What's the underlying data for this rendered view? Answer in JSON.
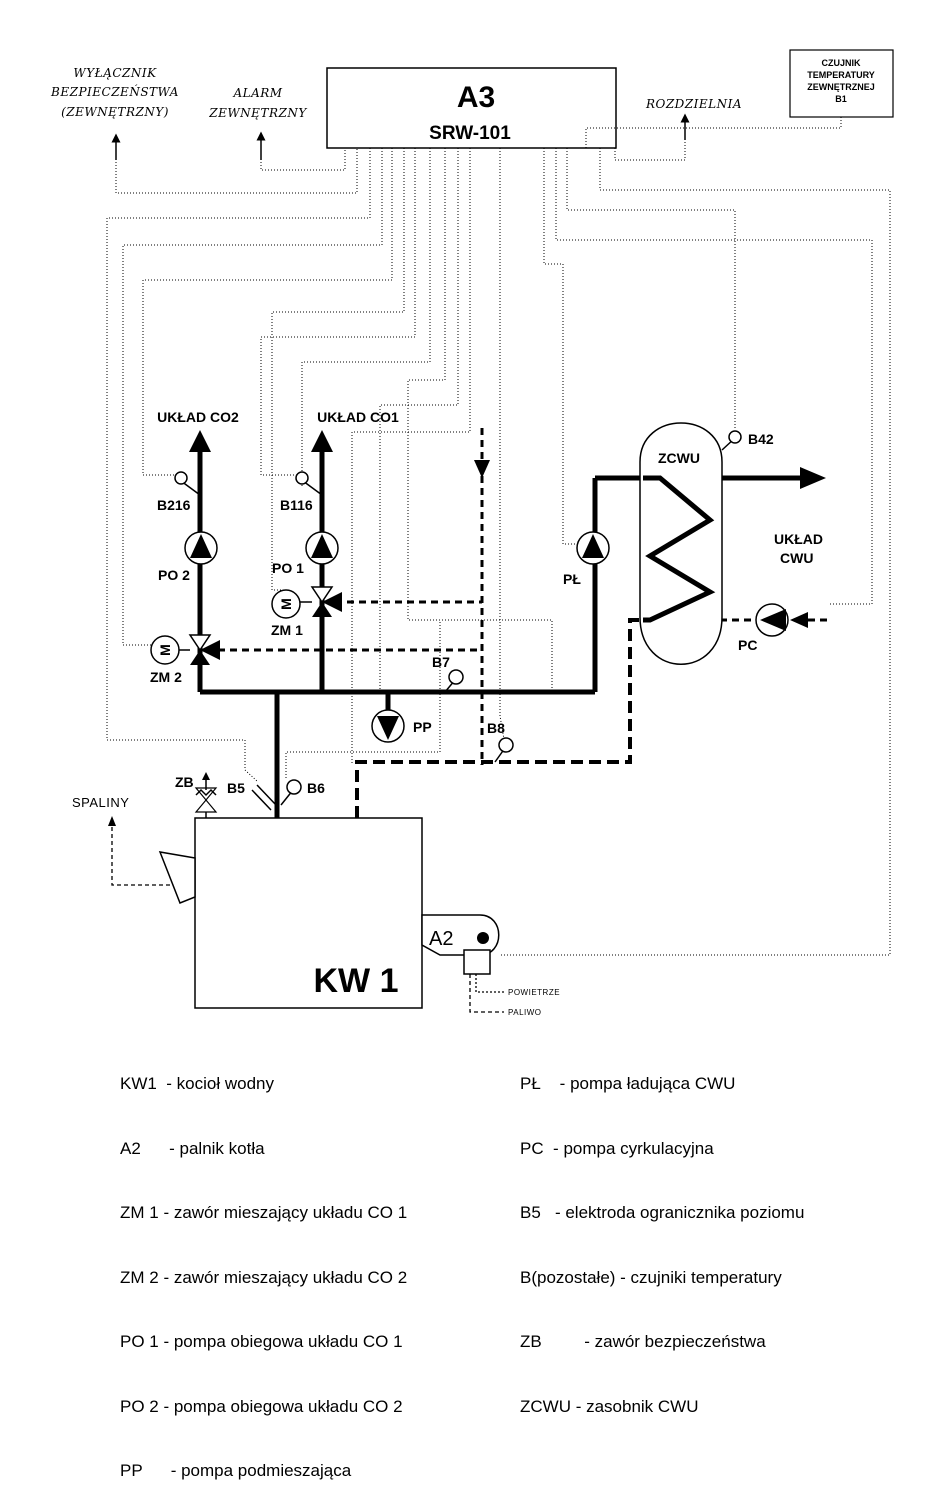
{
  "controller": {
    "id": "A3",
    "model": "SRW-101"
  },
  "labels": {
    "safety_switch": [
      "WYŁĄCZNIK",
      "BEZPIECZEŃSTWA",
      "(ZEWNĘTRZNY)"
    ],
    "alarm": [
      "ALARM",
      "ZEWNĘTRZNY"
    ],
    "distribution": "ROZDZIELNIA",
    "outdoor_sensor": [
      "CZUJNIK",
      "TEMPERATURY",
      "ZEWNĘTRZNEJ",
      "B1"
    ],
    "circuit_co2": "UKŁAD CO2",
    "circuit_co1": "UKŁAD CO1",
    "dhw_circuit": [
      "UKŁAD",
      "CWU"
    ],
    "zcwu": "ZCWU",
    "b42": "B42",
    "b216": "B216",
    "b116": "B116",
    "po2": "PO 2",
    "po1": "PO 1",
    "zm1": "ZM 1",
    "zm2": "ZM 2",
    "pl": "PŁ",
    "pc": "PC",
    "b7": "B7",
    "pp": "PP",
    "b8": "B8",
    "zb": "ZB",
    "b5": "B5",
    "b6": "B6",
    "flue": "SPALINY",
    "boiler": "KW 1",
    "burner": "A2",
    "air": "POWIETRZE",
    "fuel": "PALIWO",
    "motor": "M"
  },
  "legend_left": [
    "KW1  - kocioł wodny",
    "A2      - palnik kotła",
    "ZM 1 - zawór mieszający układu CO 1",
    "ZM 2 - zawór mieszający układu CO 2",
    "PO 1 - pompa obiegowa układu CO 1",
    "PO 2 - pompa obiegowa układu CO 2",
    "PP      - pompa podmieszająca"
  ],
  "legend_right": [
    "PŁ    - pompa ładująca CWU",
    "PC  - pompa cyrkulacyjna",
    "B5   - elektroda ogranicznika poziomu",
    "B(pozostałe) - czujniki temperatury",
    "ZB         - zawór bezpieczeństwa",
    "ZCWU - zasobnik CWU"
  ]
}
